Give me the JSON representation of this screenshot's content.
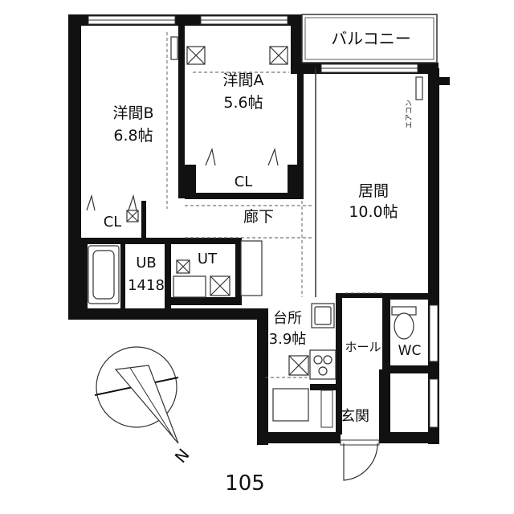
{
  "rooms": {
    "balcony": "バルコニー",
    "western_a_name": "洋間A",
    "western_a_size": "5.6帖",
    "western_b_name": "洋間B",
    "western_b_size": "6.8帖",
    "closet_a": "CL",
    "closet_b": "CL",
    "corridor": "廊下",
    "living_name": "居間",
    "living_size": "10.0帖",
    "bath_name": "UB",
    "bath_size": "1418",
    "utility": "UT",
    "kitchen_name": "台所",
    "kitchen_size": "3.9帖",
    "hall": "ホール",
    "toilet": "WC",
    "entrance": "玄関",
    "aircon": "エアコン"
  },
  "compass": {
    "north_label": "N"
  },
  "unit_number": "105"
}
